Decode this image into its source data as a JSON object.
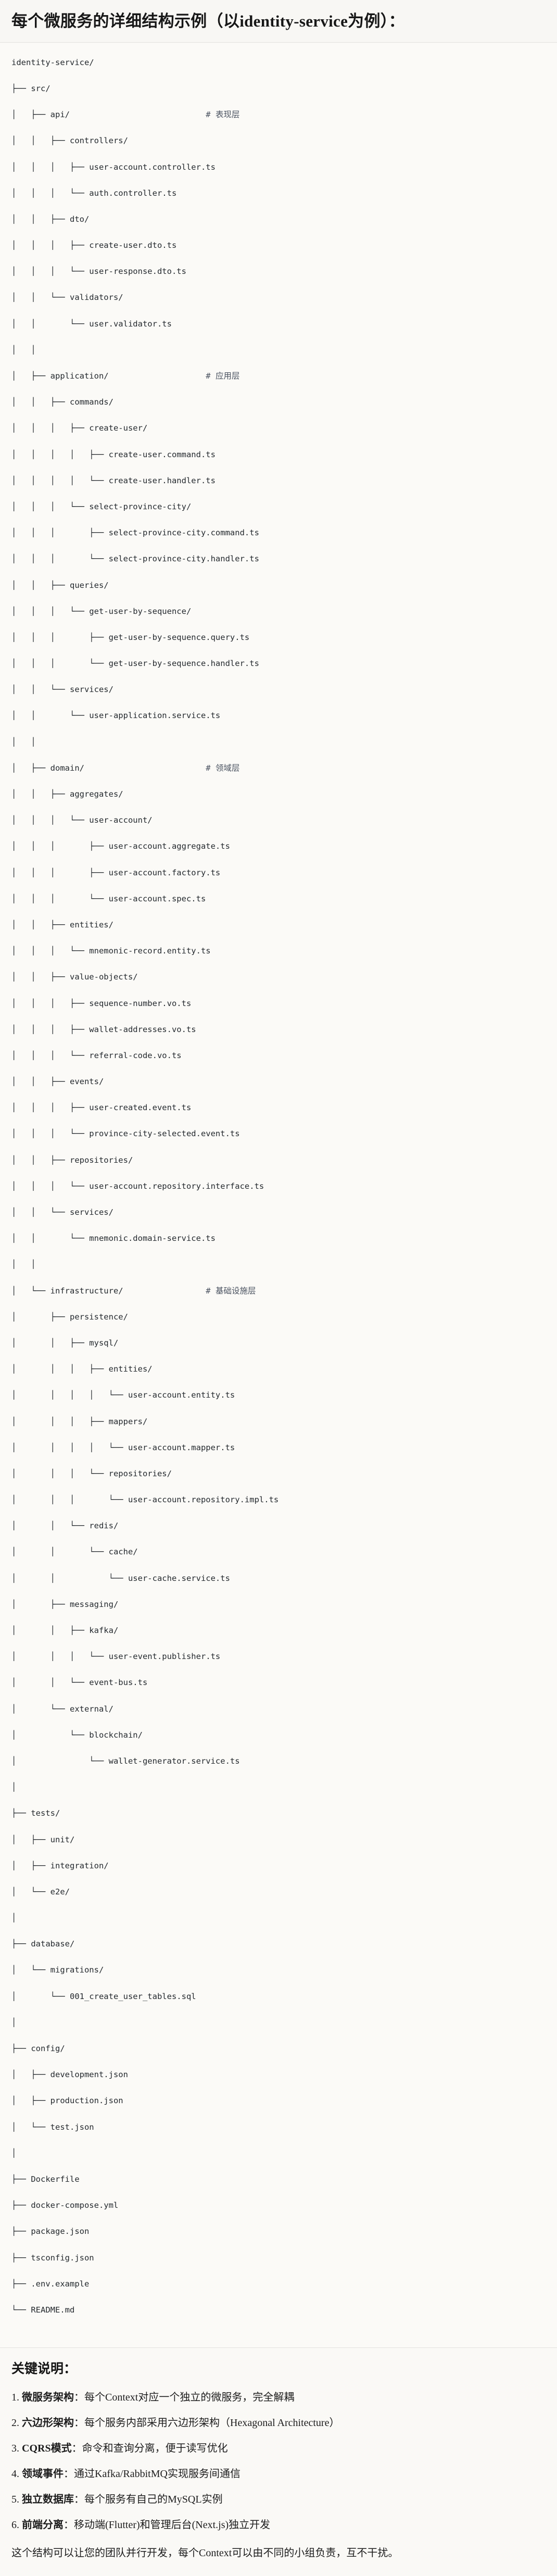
{
  "heading": {
    "title": "每个微服务的详细结构示例（以identity-service为例）："
  },
  "tree": {
    "root": "identity-service/",
    "lines": [
      {
        "text": "identity-service/",
        "comment": ""
      },
      {
        "text": "├── src/",
        "comment": ""
      },
      {
        "text": "│   ├── api/",
        "comment": "# 表现层"
      },
      {
        "text": "│   │   ├── controllers/",
        "comment": ""
      },
      {
        "text": "│   │   │   ├── user-account.controller.ts",
        "comment": ""
      },
      {
        "text": "│   │   │   └── auth.controller.ts",
        "comment": ""
      },
      {
        "text": "│   │   ├── dto/",
        "comment": ""
      },
      {
        "text": "│   │   │   ├── create-user.dto.ts",
        "comment": ""
      },
      {
        "text": "│   │   │   └── user-response.dto.ts",
        "comment": ""
      },
      {
        "text": "│   │   └── validators/",
        "comment": ""
      },
      {
        "text": "│   │       └── user.validator.ts",
        "comment": ""
      },
      {
        "text": "│   │",
        "comment": ""
      },
      {
        "text": "│   ├── application/",
        "comment": "# 应用层"
      },
      {
        "text": "│   │   ├── commands/",
        "comment": ""
      },
      {
        "text": "│   │   │   ├── create-user/",
        "comment": ""
      },
      {
        "text": "│   │   │   │   ├── create-user.command.ts",
        "comment": ""
      },
      {
        "text": "│   │   │   │   └── create-user.handler.ts",
        "comment": ""
      },
      {
        "text": "│   │   │   └── select-province-city/",
        "comment": ""
      },
      {
        "text": "│   │   │       ├── select-province-city.command.ts",
        "comment": ""
      },
      {
        "text": "│   │   │       └── select-province-city.handler.ts",
        "comment": ""
      },
      {
        "text": "│   │   ├── queries/",
        "comment": ""
      },
      {
        "text": "│   │   │   └── get-user-by-sequence/",
        "comment": ""
      },
      {
        "text": "│   │   │       ├── get-user-by-sequence.query.ts",
        "comment": ""
      },
      {
        "text": "│   │   │       └── get-user-by-sequence.handler.ts",
        "comment": ""
      },
      {
        "text": "│   │   └── services/",
        "comment": ""
      },
      {
        "text": "│   │       └── user-application.service.ts",
        "comment": ""
      },
      {
        "text": "│   │",
        "comment": ""
      },
      {
        "text": "│   ├── domain/",
        "comment": "# 领域层"
      },
      {
        "text": "│   │   ├── aggregates/",
        "comment": ""
      },
      {
        "text": "│   │   │   └── user-account/",
        "comment": ""
      },
      {
        "text": "│   │   │       ├── user-account.aggregate.ts",
        "comment": ""
      },
      {
        "text": "│   │   │       ├── user-account.factory.ts",
        "comment": ""
      },
      {
        "text": "│   │   │       └── user-account.spec.ts",
        "comment": ""
      },
      {
        "text": "│   │   ├── entities/",
        "comment": ""
      },
      {
        "text": "│   │   │   └── mnemonic-record.entity.ts",
        "comment": ""
      },
      {
        "text": "│   │   ├── value-objects/",
        "comment": ""
      },
      {
        "text": "│   │   │   ├── sequence-number.vo.ts",
        "comment": ""
      },
      {
        "text": "│   │   │   ├── wallet-addresses.vo.ts",
        "comment": ""
      },
      {
        "text": "│   │   │   └── referral-code.vo.ts",
        "comment": ""
      },
      {
        "text": "│   │   ├── events/",
        "comment": ""
      },
      {
        "text": "│   │   │   ├── user-created.event.ts",
        "comment": ""
      },
      {
        "text": "│   │   │   └── province-city-selected.event.ts",
        "comment": ""
      },
      {
        "text": "│   │   ├── repositories/",
        "comment": ""
      },
      {
        "text": "│   │   │   └── user-account.repository.interface.ts",
        "comment": ""
      },
      {
        "text": "│   │   └── services/",
        "comment": ""
      },
      {
        "text": "│   │       └── mnemonic.domain-service.ts",
        "comment": ""
      },
      {
        "text": "│   │",
        "comment": ""
      },
      {
        "text": "│   └── infrastructure/",
        "comment": "# 基础设施层"
      },
      {
        "text": "│       ├── persistence/",
        "comment": ""
      },
      {
        "text": "│       │   ├── mysql/",
        "comment": ""
      },
      {
        "text": "│       │   │   ├── entities/",
        "comment": ""
      },
      {
        "text": "│       │   │   │   └── user-account.entity.ts",
        "comment": ""
      },
      {
        "text": "│       │   │   ├── mappers/",
        "comment": ""
      },
      {
        "text": "│       │   │   │   └── user-account.mapper.ts",
        "comment": ""
      },
      {
        "text": "│       │   │   └── repositories/",
        "comment": ""
      },
      {
        "text": "│       │   │       └── user-account.repository.impl.ts",
        "comment": ""
      },
      {
        "text": "│       │   └── redis/",
        "comment": ""
      },
      {
        "text": "│       │       └── cache/",
        "comment": ""
      },
      {
        "text": "│       │           └── user-cache.service.ts",
        "comment": ""
      },
      {
        "text": "│       ├── messaging/",
        "comment": ""
      },
      {
        "text": "│       │   ├── kafka/",
        "comment": ""
      },
      {
        "text": "│       │   │   └── user-event.publisher.ts",
        "comment": ""
      },
      {
        "text": "│       │   └── event-bus.ts",
        "comment": ""
      },
      {
        "text": "│       └── external/",
        "comment": ""
      },
      {
        "text": "│           └── blockchain/",
        "comment": ""
      },
      {
        "text": "│               └── wallet-generator.service.ts",
        "comment": ""
      },
      {
        "text": "│",
        "comment": ""
      },
      {
        "text": "├── tests/",
        "comment": ""
      },
      {
        "text": "│   ├── unit/",
        "comment": ""
      },
      {
        "text": "│   ├── integration/",
        "comment": ""
      },
      {
        "text": "│   └── e2e/",
        "comment": ""
      },
      {
        "text": "│",
        "comment": ""
      },
      {
        "text": "├── database/",
        "comment": ""
      },
      {
        "text": "│   └── migrations/",
        "comment": ""
      },
      {
        "text": "│       └── 001_create_user_tables.sql",
        "comment": ""
      },
      {
        "text": "│",
        "comment": ""
      },
      {
        "text": "├── config/",
        "comment": ""
      },
      {
        "text": "│   ├── development.json",
        "comment": ""
      },
      {
        "text": "│   ├── production.json",
        "comment": ""
      },
      {
        "text": "│   └── test.json",
        "comment": ""
      },
      {
        "text": "│",
        "comment": ""
      },
      {
        "text": "├── Dockerfile",
        "comment": ""
      },
      {
        "text": "├── docker-compose.yml",
        "comment": ""
      },
      {
        "text": "├── package.json",
        "comment": ""
      },
      {
        "text": "├── tsconfig.json",
        "comment": ""
      },
      {
        "text": "├── .env.example",
        "comment": ""
      },
      {
        "text": "└── README.md",
        "comment": ""
      }
    ],
    "comment_column": 40
  },
  "notes": {
    "title": "关键说明：",
    "items": [
      {
        "index": "1.",
        "term": "微服务架构",
        "sep": "：",
        "desc": "每个Context对应一个独立的微服务，完全解耦"
      },
      {
        "index": "2.",
        "term": "六边形架构",
        "sep": "：",
        "desc": "每个服务内部采用六边形架构（Hexagonal Architecture）"
      },
      {
        "index": "3.",
        "term": "CQRS模式",
        "sep": "：",
        "desc": "命令和查询分离，便于读写优化"
      },
      {
        "index": "4.",
        "term": "领域事件",
        "sep": "：",
        "desc": "通过Kafka/RabbitMQ实现服务间通信"
      },
      {
        "index": "5.",
        "term": "独立数据库",
        "sep": "：",
        "desc": "每个服务有自己的MySQL实例"
      },
      {
        "index": "6.",
        "term": "前端分离",
        "sep": "：",
        "desc": "移动端(Flutter)和管理后台(Next.js)独立开发"
      }
    ],
    "closing": "这个结构可以让您的团队并行开发，每个Context可以由不同的小组负责，互不干扰。"
  },
  "colors": {
    "heading_bg": "#f8f7f4",
    "tree_bg": "#fbfaf7",
    "notes_bg": "#faf9f6",
    "text": "#1a1a1a",
    "comment": "#4a5260",
    "divider": "#e3e2de"
  }
}
